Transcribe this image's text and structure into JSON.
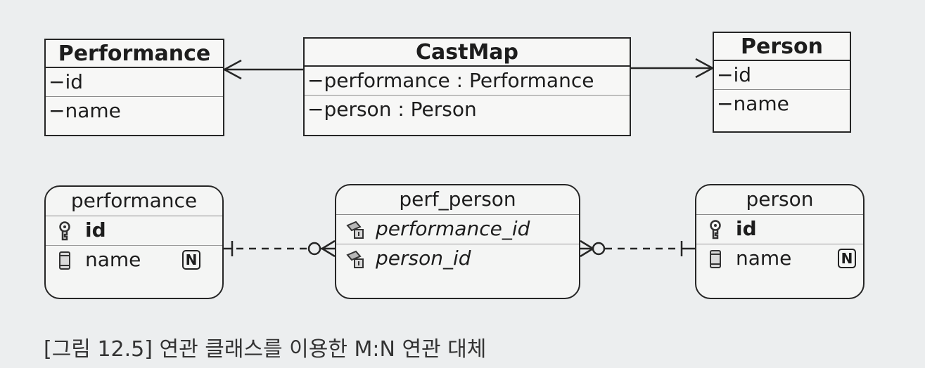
{
  "uml": {
    "performance": {
      "title": "Performance",
      "attrs": [
        "−id",
        "−name"
      ]
    },
    "castmap": {
      "title": "CastMap",
      "attrs": [
        "−performance : Performance",
        "−person : Person"
      ]
    },
    "person": {
      "title": "Person",
      "attrs": [
        "−id",
        "−name"
      ]
    }
  },
  "erd": {
    "performance": {
      "title": "performance",
      "rows": [
        {
          "label": "id",
          "icon": "primary-key-icon"
        },
        {
          "label": "name",
          "icon": "column-icon",
          "badge": "N"
        }
      ]
    },
    "perf_person": {
      "title": "perf_person",
      "rows": [
        {
          "label": "performance_id",
          "icon": "foreign-key-icon"
        },
        {
          "label": "person_id",
          "icon": "foreign-key-icon"
        }
      ]
    },
    "person": {
      "title": "person",
      "rows": [
        {
          "label": "id",
          "icon": "primary-key-icon"
        },
        {
          "label": "name",
          "icon": "column-icon",
          "badge": "N"
        }
      ]
    }
  },
  "caption": "[그림 12.5] 연관 클래스를 이용한 M:N 연관 대체",
  "colors": {
    "line": "#262626",
    "background": "#eceeef",
    "box": "#f7f7f6"
  }
}
